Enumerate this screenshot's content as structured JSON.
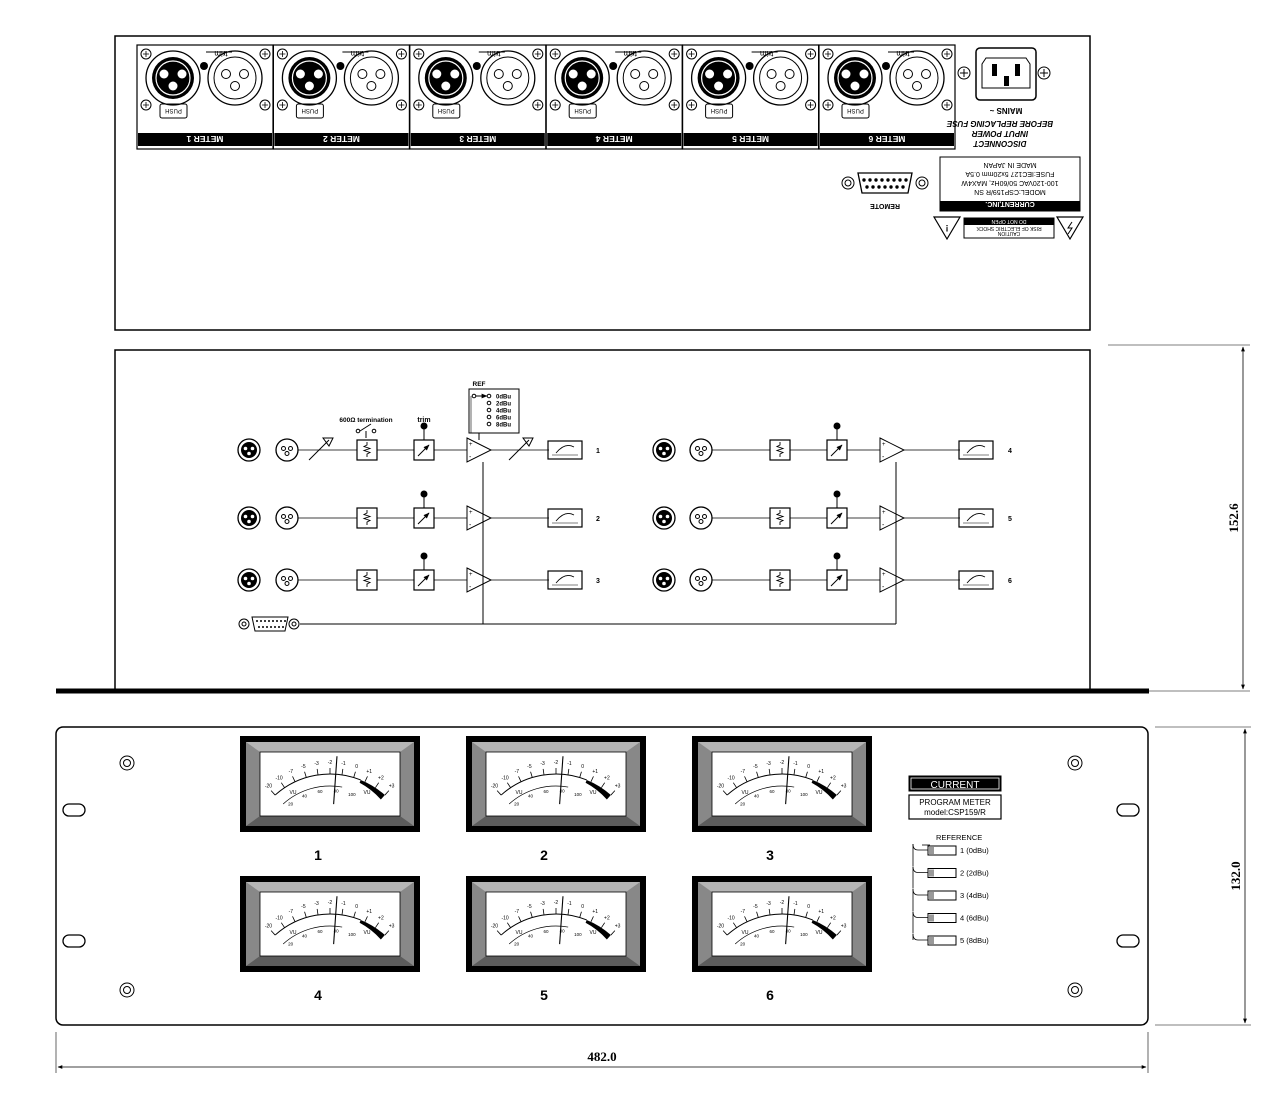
{
  "rear_panel": {
    "trim_label": "trim",
    "push_label": "PUSH",
    "meter_labels": [
      "METER 1",
      "METER 2",
      "METER 3",
      "METER 4",
      "METER 5",
      "METER 6"
    ],
    "mains_label": "MAINS ~",
    "fuse_warning": [
      "DISCONNECT",
      "INPUT POWER",
      "BEFORE REPLACING FUSE"
    ],
    "spec_lines": [
      "MODEL:CSP159/R SN",
      "100-120VAC 50/60Hz, MAX4W",
      "FUSE:IEC127 5x20mm 0.5A",
      "MADE IN JAPAN"
    ],
    "brand_label": "CURRENT,INC.",
    "caution_lines": [
      "CAUTION",
      "RISK OF ELECTRIC SHOCK",
      "DO NOT OPEN"
    ],
    "remote_label": "REMOTE"
  },
  "block_diagram": {
    "termination_label": "600Ω termination",
    "trim_label": "trim",
    "ref_title": "REF",
    "ref_levels": [
      "0dBu",
      "2dBu",
      "4dBu",
      "6dBu",
      "8dBu"
    ],
    "channels": [
      "1",
      "2",
      "3",
      "4",
      "5",
      "6"
    ],
    "height_dim": "152.6"
  },
  "front_panel": {
    "meter_numbers": [
      "1",
      "2",
      "3",
      "4",
      "5",
      "6"
    ],
    "vu_label": "VU",
    "scale_marks": [
      "-20",
      "-10",
      "-7",
      "-5",
      "-3",
      "-2",
      "-1",
      "0",
      "+1",
      "+2",
      "+3"
    ],
    "percent_marks": [
      "20",
      "40",
      "60",
      "80",
      "100"
    ],
    "brand": "CURRENT",
    "product_name": "PROGRAM METER",
    "model": "model:CSP159/R",
    "reference_title": "REFERENCE",
    "reference_options": [
      "1 (0dBu)",
      "2 (2dBu)",
      "3 (4dBu)",
      "4 (6dBu)",
      "5 (8dBu)"
    ],
    "height_dim": "132.0",
    "width_dim": "482.0"
  }
}
